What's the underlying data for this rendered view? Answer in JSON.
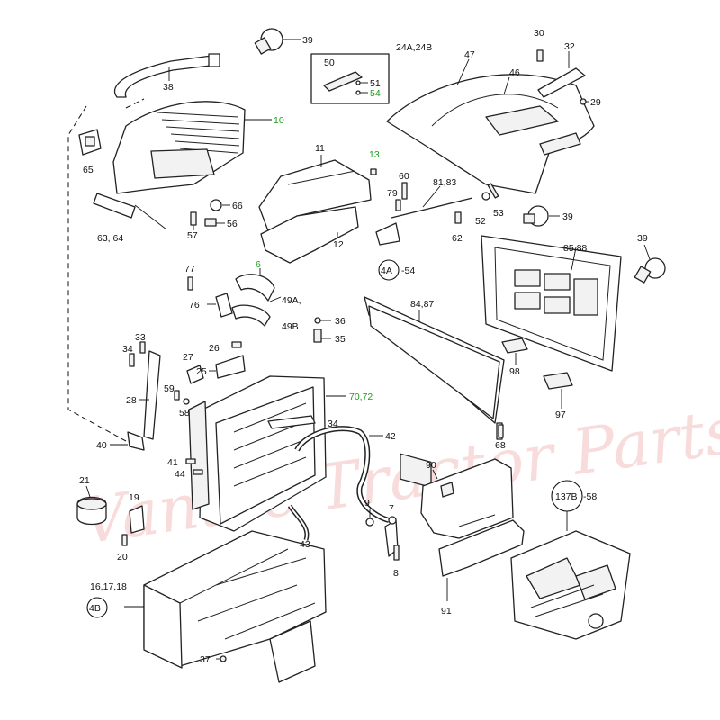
{
  "diagram": {
    "labels": {
      "p39a": "39",
      "p38": "38",
      "p10": "10",
      "p65": "65",
      "p63_64": "63, 64",
      "p66": "66",
      "p56": "56",
      "p57": "57",
      "p11": "11",
      "p13": "13",
      "p12": "12",
      "p24": "24A,24B",
      "p50": "50",
      "p51": "51",
      "p54": "54",
      "p47": "47",
      "p46": "46",
      "p30": "30",
      "p32": "32",
      "p29": "29",
      "p60": "60",
      "p79": "79",
      "p81_83": "81,83",
      "p52": "52",
      "p53": "53",
      "p39b": "39",
      "p62": "62",
      "ref4a": "4A",
      "ref4a_tail": "-54",
      "p85_88": "85,88",
      "p39c": "39",
      "p77": "77",
      "p6": "6",
      "p76": "76",
      "p49a": "49A,",
      "p49b": "49B",
      "p36": "36",
      "p35": "35",
      "p33": "33",
      "p34a": "34",
      "p27": "27",
      "p26": "26",
      "p25": "25",
      "p28": "28",
      "p59": "59",
      "p58": "58",
      "p70_72": "70,72",
      "p34b": "34",
      "p84_87": "84,87",
      "p98": "98",
      "p97": "97",
      "p42": "42",
      "p40": "40",
      "p41": "41",
      "p44": "44",
      "p68": "68",
      "p90": "90",
      "p21": "21",
      "p19": "19",
      "p20": "20",
      "p9": "9",
      "p7": "7",
      "p8": "8",
      "p43": "43",
      "ref137b": "137B",
      "ref137b_tail": "-58",
      "p16_17_18": "16,17,18",
      "ref4b": "4B",
      "p91": "91",
      "p37": "37"
    }
  }
}
